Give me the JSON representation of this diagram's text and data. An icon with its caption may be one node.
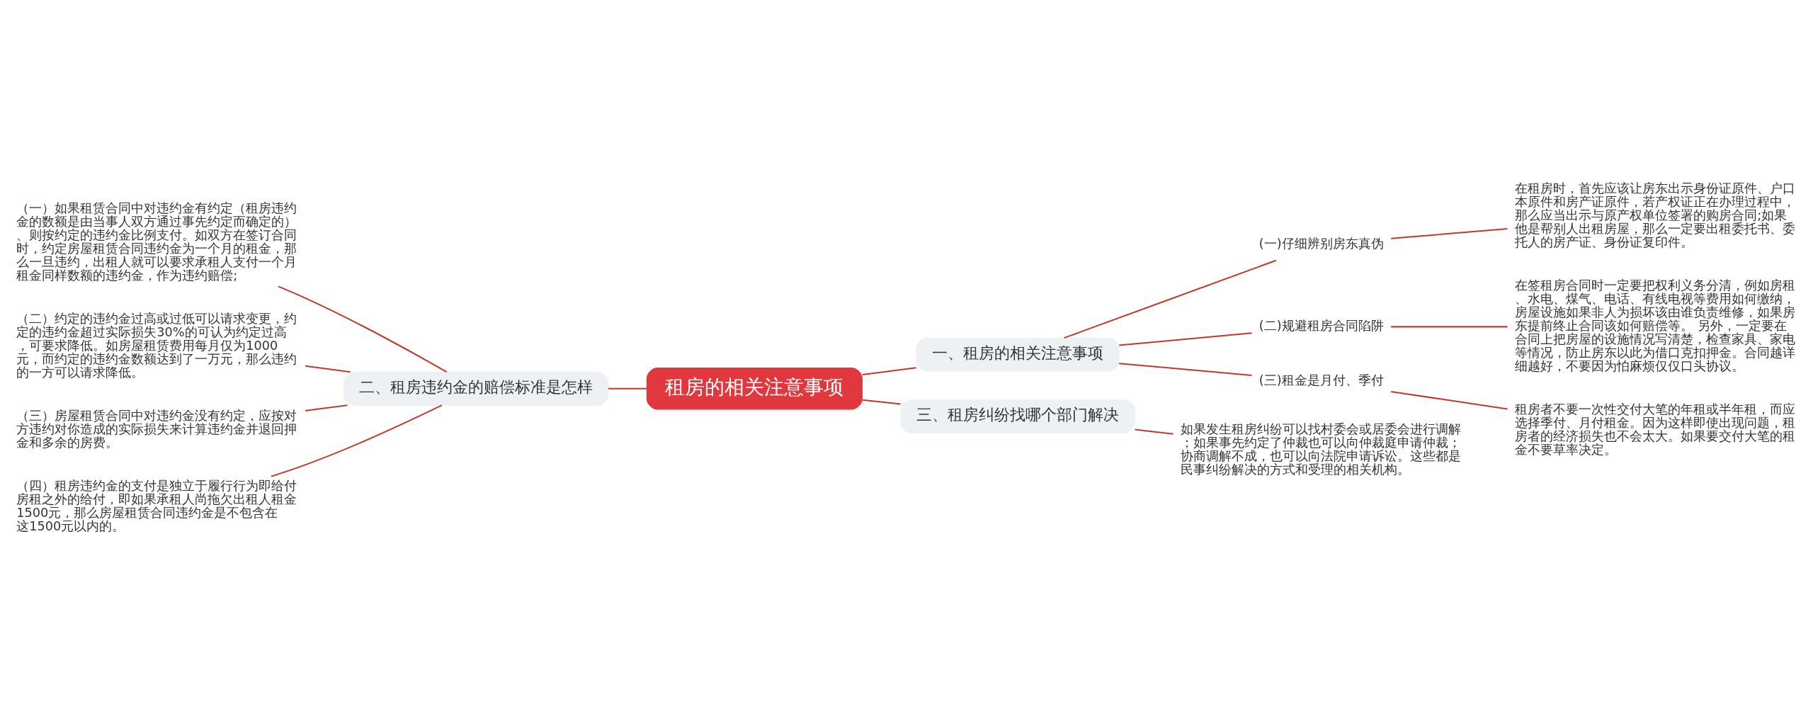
{
  "diagram": {
    "nodes": [
      {
        "text": [
          "租房的相关注意事项"
        ]
      },
      {
        "text": [
          "一、租房的相关注意事项"
        ]
      },
      {
        "text": [
          "(一)仔细辨别房东真伪"
        ]
      },
      {
        "text": [
          "在租房时，首先应该让房东出示身份证原件、户口本原件和房产证原件，若产权证正在办理过程中，那么应当出示与原产权单位签署的购房合同;如果他是帮别人出租房屋，那么一定要出租委托书、委托人的房产证、身份证复印件。"
        ]
      },
      {
        "text": [
          "(二)规避租房合同陷阱"
        ]
      },
      {
        "text": [
          "在签租房合同时一定要把权利义务分清，例如房租、水电、煤气、电话、有线电视等费用如何缴纳，房屋设施如果非人为损坏该由谁负责维修，如果房东提前终止合同该如何赔偿等。 另外，一定要在合同上把房屋的设施情况写清楚，检查家具、家电等情况，防止房东以此为借口克扣押金。合同越详细越好，不要因为怕麻烦仅仅口头协议。"
        ]
      },
      {
        "text": [
          "(三)租金是月付、季付"
        ]
      },
      {
        "text": [
          "租房者不要一次性交付大笔的年租或半年租，而应选择季付、月付租金。因为这样即使出现问题，租房者的经济损失也不会太大。如果要交付大笔的租金不要草率决定。"
        ]
      },
      {
        "text": [
          "二、租房违约金的赔偿标准是怎样"
        ]
      },
      {
        "text": [
          "（一）如果租赁合同中对违约金有约定（租房违约金的数额是由当事人双方通过事先约定而确定的）、则按约定的违约金比例支付。如双方在签订合同时，约定房屋租赁合同违约金为一个月的租金，那么一旦违约，出租人就可以要求承租人支付一个月租金同样数额的违约金，作为违约赔偿;"
        ]
      },
      {
        "text": [
          "（二）约定的违约金过高或过低可以请求变更，约定的违约金超过实际损失30%的可认为约定过高，可要求降低。如房屋租赁费用每月仅为1000元，而约定的违约金数额达到了一万元，那么违约的一方可以请求降低。"
        ]
      },
      {
        "text": [
          "（三）房屋租赁合同中对违约金没有约定，应按对方违约对你造成的实际损失来计算违约金并退回押金和多余的房费。"
        ]
      },
      {
        "text": [
          "（四）租房违约金的支付是独立于履行行为即给付房租之外的给付，即如果承租人尚拖欠出租人租金1500元，那么房屋租赁合同违约金是不包含在这1500元以内的。"
        ]
      },
      {
        "text": [
          "三、租房纠纷找哪个部门解决"
        ]
      },
      {
        "text": [
          "如果发生租房纠纷可以找村委会或居委会进行调解；如果事先约定了仲裁也可以向仲裁庭申请仲裁；协商调解不成，也可以向法院申请诉讼。这些都是民事纠纷解决的方式和受理的相关机构。"
        ]
      }
    ],
    "edges": [
      {
        "from": 0,
        "to": 1,
        "arrow": "none"
      },
      {
        "from": 1,
        "to": 2,
        "arrow": "none"
      },
      {
        "from": 2,
        "to": 3,
        "arrow": "none"
      },
      {
        "from": 1,
        "to": 4,
        "arrow": "none"
      },
      {
        "from": 4,
        "to": 5,
        "arrow": "none"
      },
      {
        "from": 1,
        "to": 6,
        "arrow": "none"
      },
      {
        "from": 6,
        "to": 7,
        "arrow": "none"
      },
      {
        "from": 0,
        "to": 8,
        "arrow": "none"
      },
      {
        "from": 8,
        "to": 9,
        "arrow": "none"
      },
      {
        "from": 8,
        "to": 10,
        "arrow": "none"
      },
      {
        "from": 8,
        "to": 11,
        "arrow": "none"
      },
      {
        "from": 8,
        "to": 12,
        "arrow": "none"
      },
      {
        "from": 0,
        "to": 13,
        "arrow": "none"
      },
      {
        "from": 13,
        "to": 14,
        "arrow": "none"
      }
    ]
  }
}
